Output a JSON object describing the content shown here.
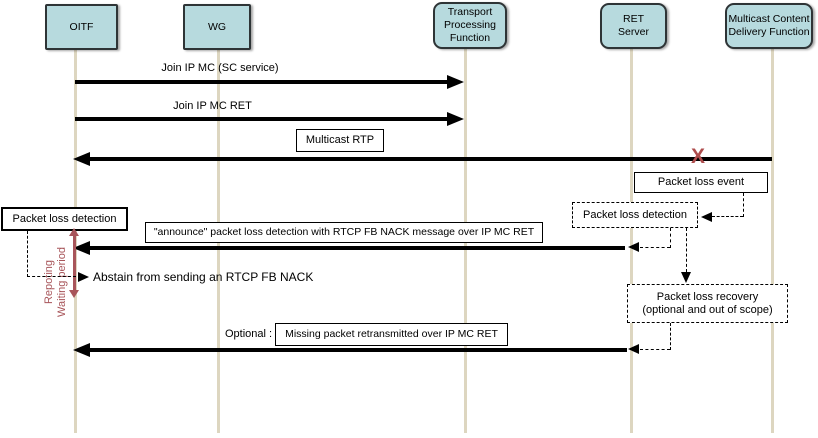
{
  "diagram": {
    "actors": [
      {
        "label": "OITF"
      },
      {
        "label": "WG"
      },
      {
        "label": "Transport\nProcessing\nFunction"
      },
      {
        "label": "RET\nServer"
      },
      {
        "label": "Multicast Content\nDelivery Function"
      }
    ],
    "messages": {
      "join_sc": "Join IP MC (SC service)",
      "join_ret": "Join IP MC RET",
      "multicast_rtp": "Multicast RTP",
      "announce": "\"announce\" packet loss detection with RTCP FB NACK message over IP MC RET",
      "optional_prefix": "Optional :",
      "retransmit": "Missing packet retransmitted over IP MC RET"
    },
    "notes": {
      "packet_loss_event": "Packet loss event",
      "packet_loss_detection_oitf": "Packet loss detection",
      "packet_loss_detection_ret": "Packet loss detection",
      "packet_loss_recovery": "Packet loss recovery\n(optional and out of scope)"
    },
    "annotations": {
      "abstain": "Abstain from sending an RTCP FB NACK",
      "waiting_period": "Repoting\nWaiting period",
      "loss_mark": "X"
    },
    "colors": {
      "actor_fill": "#b7dade",
      "actor_border": "#2e3436",
      "lifeline": "#ddd6c0",
      "accent_red": "#a8555a",
      "arrow": "#000000"
    }
  }
}
